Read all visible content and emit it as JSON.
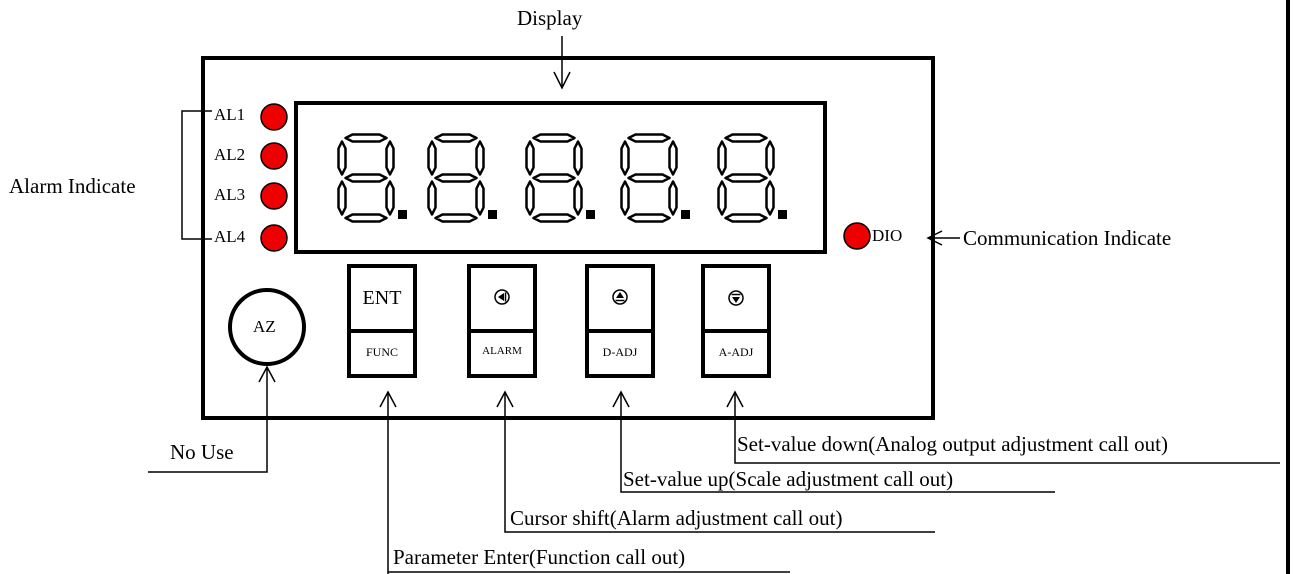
{
  "title": "Display",
  "display_digits": [
    "8.",
    "8.",
    "8.",
    "8.",
    "8."
  ],
  "alarm_group_label": "Alarm Indicate",
  "alarms": [
    "AL1",
    "AL2",
    "AL3",
    "AL4"
  ],
  "comm": {
    "led": "DIO",
    "label": "Communication Indicate"
  },
  "az_button": {
    "label": "AZ",
    "caption": "No Use"
  },
  "buttons": [
    {
      "top": "ENT",
      "icon": "",
      "bottom": "FUNC",
      "caption": "Parameter Enter(Function call out)"
    },
    {
      "top": "",
      "icon": "left-arrow-icon",
      "bottom": "ALARM",
      "caption": "Cursor shift(Alarm adjustment call out)"
    },
    {
      "top": "",
      "icon": "up-arrow-icon",
      "bottom": "D-ADJ",
      "caption": "Set-value up(Scale adjustment call out)"
    },
    {
      "top": "",
      "icon": "down-arrow-icon",
      "bottom": "A-ADJ",
      "caption": "Set-value down(Analog output adjustment call out)"
    }
  ],
  "colors": {
    "led": "#ee0000",
    "line": "#000000",
    "background": "#ffffff"
  }
}
